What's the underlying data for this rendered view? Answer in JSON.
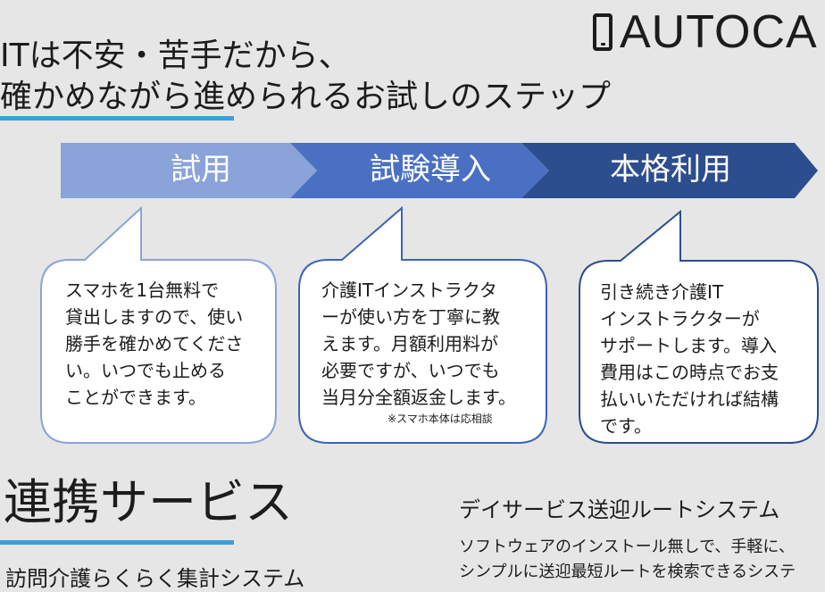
{
  "logo": {
    "text": "AUTOCA",
    "icon": "phone-icon"
  },
  "headline": {
    "line1": "ITは不安・苦手だから、",
    "line2": "確かめながら進められるお試しのステップ"
  },
  "steps": [
    {
      "label": "試用",
      "color": "#8aa3d8"
    },
    {
      "label": "試験導入",
      "color": "#4a70c4"
    },
    {
      "label": "本格利用",
      "color": "#2c4d8e"
    }
  ],
  "bubbles": [
    {
      "lines": [
        "スマホを1台無料で",
        "貸出しますので、使い",
        "勝手を確かめてくださ",
        "い。いつでも止める",
        "ことができます。"
      ],
      "note": "",
      "border": "#8aa3d8"
    },
    {
      "lines": [
        "介護ITインストラクタ",
        "ーが使い方を丁寧に教",
        "えます。月額利用料が",
        "必要ですが、いつでも",
        "当月分全額返金します。"
      ],
      "note": "※スマホ本体は応相談",
      "border": "#3d63b8"
    },
    {
      "lines": [
        "引き続き介護IT",
        "インストラクターが",
        "サポートします。導入",
        "費用はこの時点でお支",
        "払いいただければ結構",
        "です。"
      ],
      "note": "",
      "border": "#2c4d8e"
    }
  ],
  "section": {
    "title": "連携サービス"
  },
  "services": [
    {
      "title": "訪問介護らくらく集計システム",
      "desc": []
    },
    {
      "title": "デイサービス送迎ルートシステム",
      "desc": [
        "ソフトウェアのインストール無しで、手軽に、",
        "シンプルに送迎最短ルートを検索できるシステ"
      ]
    }
  ],
  "accent": "#3aa0dc"
}
